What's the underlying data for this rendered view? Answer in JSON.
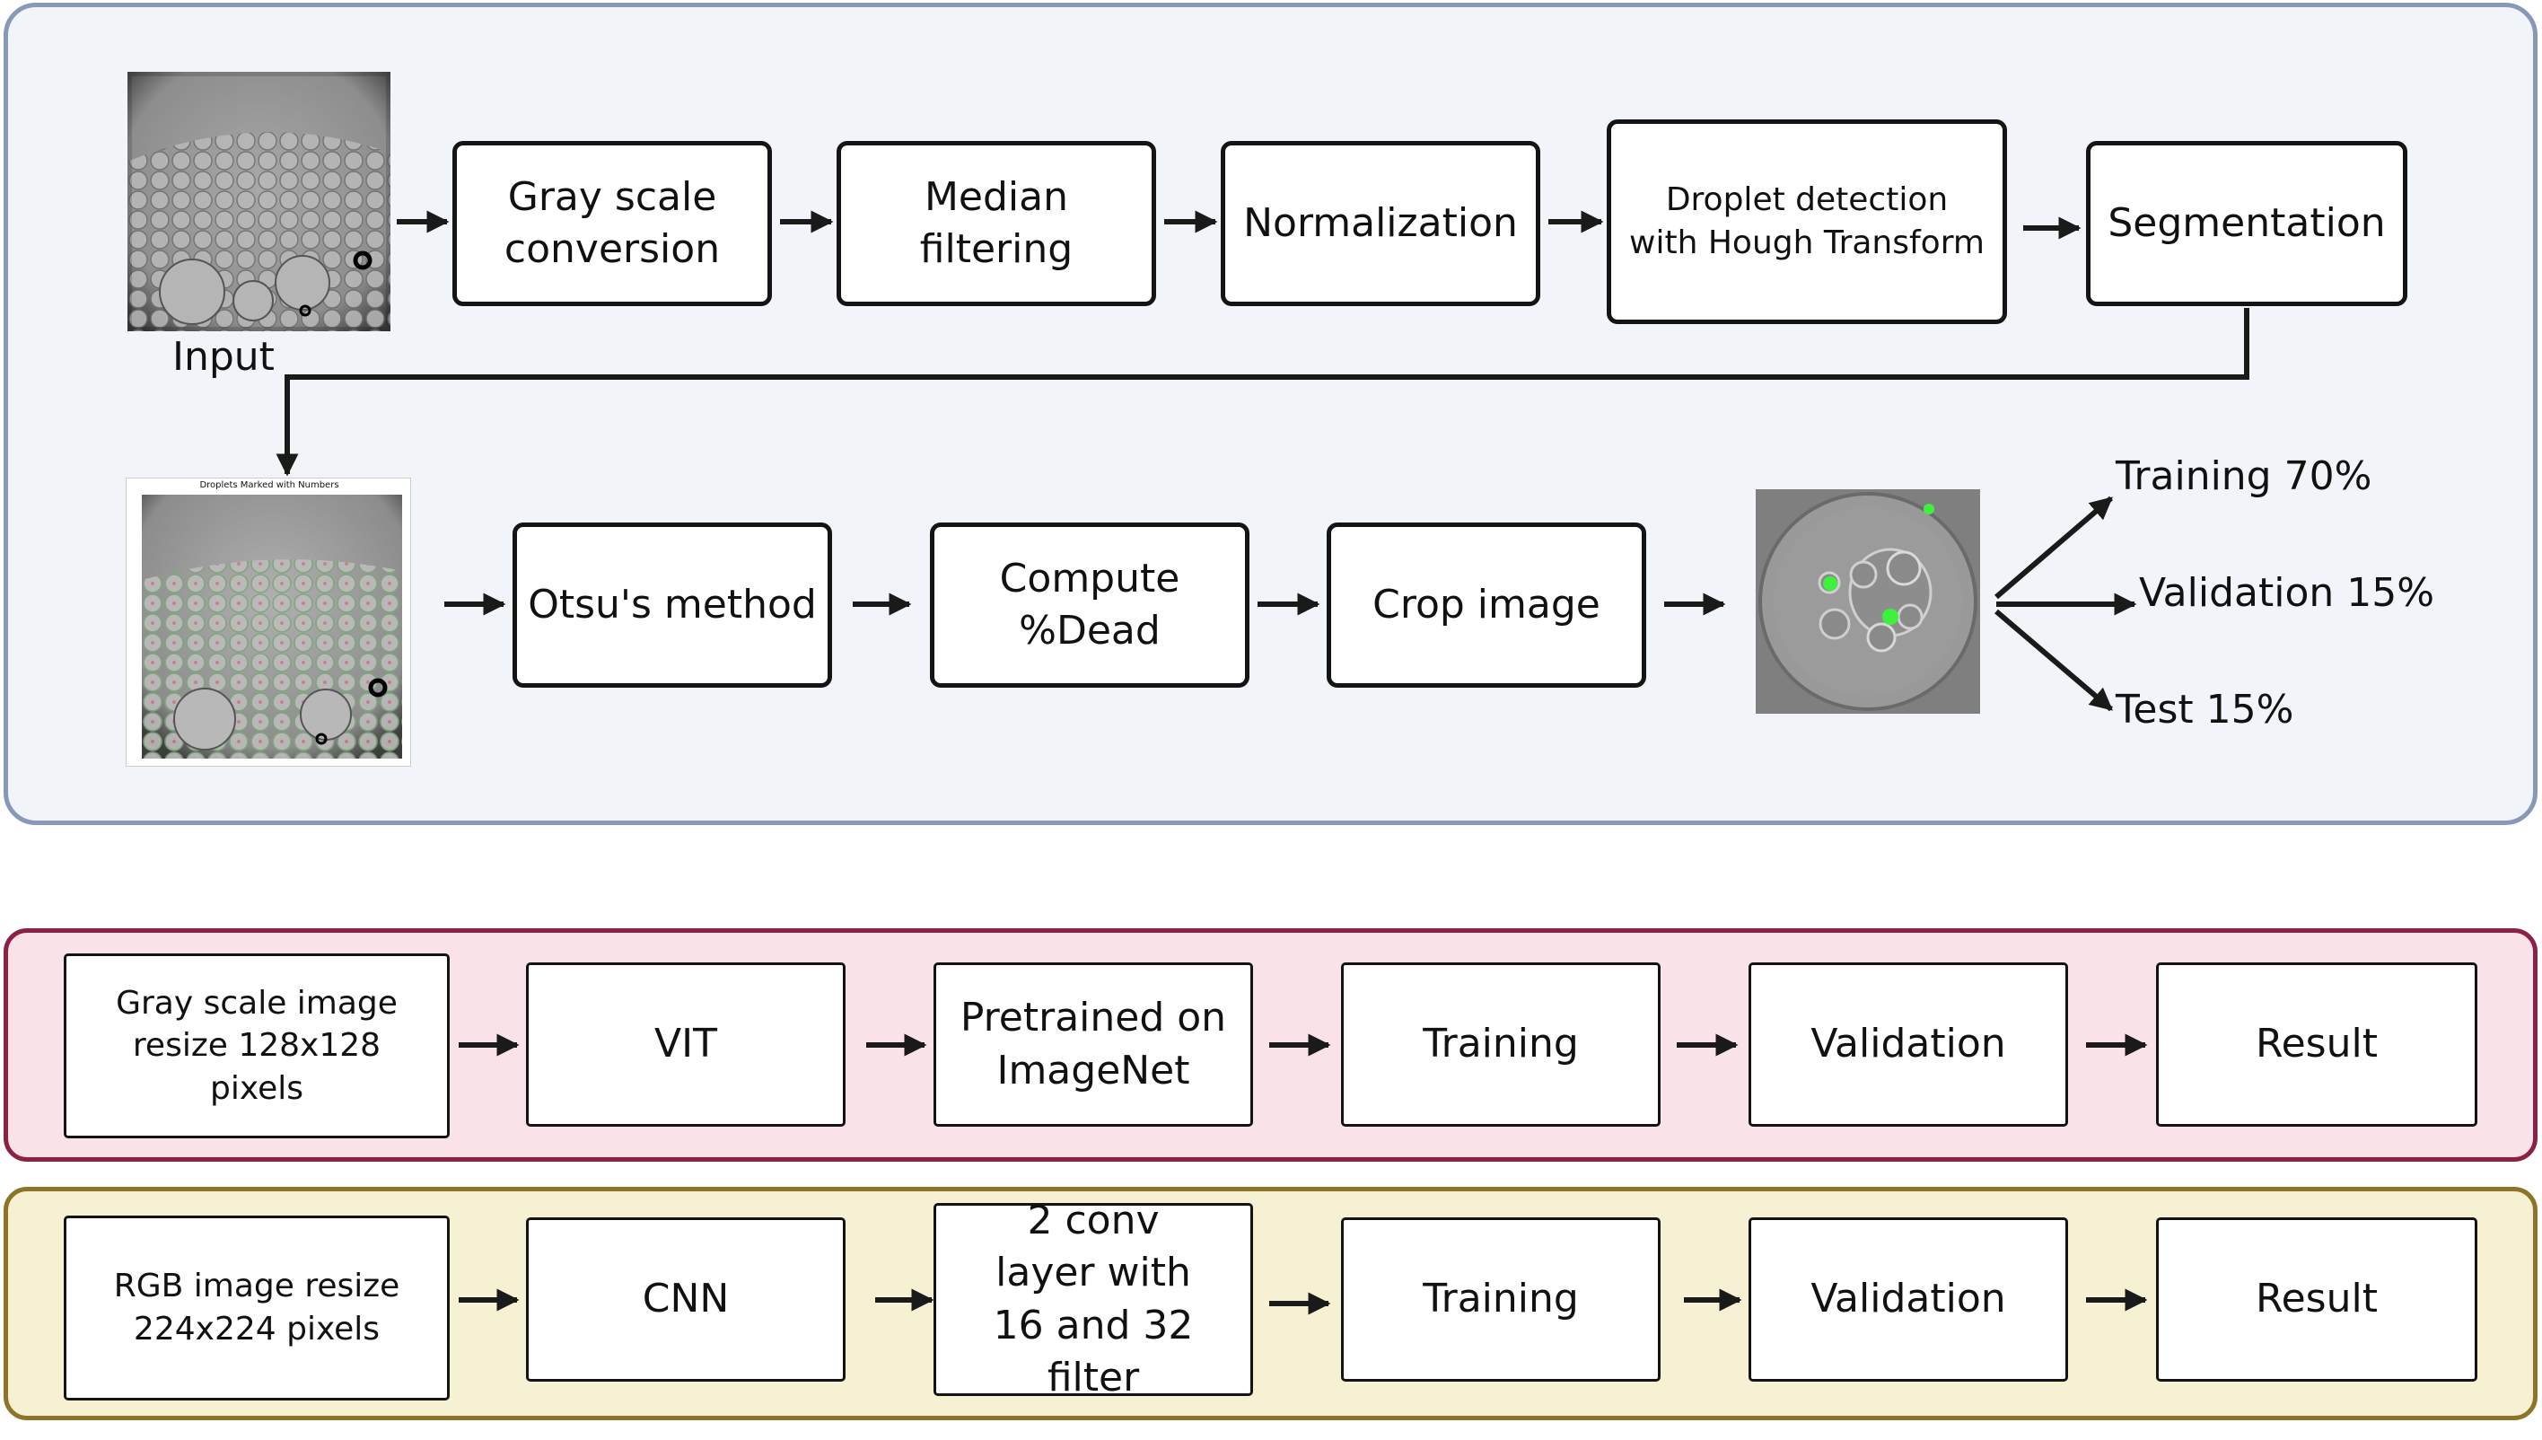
{
  "preprocessing": {
    "input_label": "Input",
    "steps_row1": [
      "Gray scale conversion",
      "Median filtering",
      "Normalization",
      "Droplet detection with Hough Transform",
      "Segmentation"
    ],
    "marked_image_title": "Droplets Marked with Numbers",
    "steps_row2": [
      "Otsu's method",
      "Compute %Dead",
      "Crop image"
    ],
    "splits": [
      "Training 70%",
      "Validation 15%",
      "Test 15%"
    ]
  },
  "vit_pipeline": {
    "steps": [
      "Gray scale image resize 128x128 pixels",
      "VIT",
      "Pretrained on ImageNet",
      "Training",
      "Validation",
      "Result"
    ]
  },
  "cnn_pipeline": {
    "steps": [
      "RGB image resize 224x224 pixels",
      "CNN",
      "2 conv layer with 16 and 32 filter",
      "Training",
      "Validation",
      "Result"
    ]
  },
  "colors": {
    "top_panel_bg": "#f1f5fa",
    "top_panel_border": "#8997b8",
    "vit_panel_bg": "#fae3e8",
    "vit_panel_border": "#8b2244",
    "cnn_panel_bg": "#f5f1d2",
    "cnn_panel_border": "#8d7428",
    "fluorescent_green": "#3df23d"
  }
}
